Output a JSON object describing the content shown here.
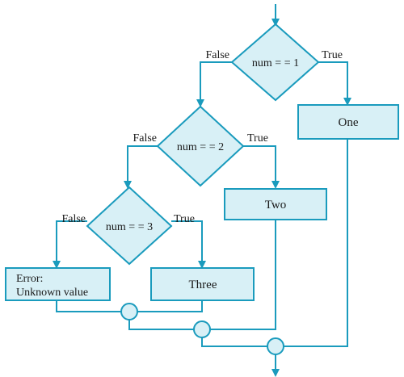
{
  "decisions": [
    {
      "label": "num = = 1",
      "false_label": "False",
      "true_label": "True"
    },
    {
      "label": "num = = 2",
      "false_label": "False",
      "true_label": "True"
    },
    {
      "label": "num = = 3",
      "false_label": "False",
      "true_label": "True"
    }
  ],
  "processes": {
    "one": "One",
    "two": "Two",
    "three": "Three",
    "error_line1": "Error:",
    "error_line2": "Unknown value"
  },
  "colors": {
    "line": "#1a9bbd",
    "shape_fill": "#d8f0f6",
    "shape_stroke": "#1a9bbd",
    "text": "#1a1a1a"
  }
}
